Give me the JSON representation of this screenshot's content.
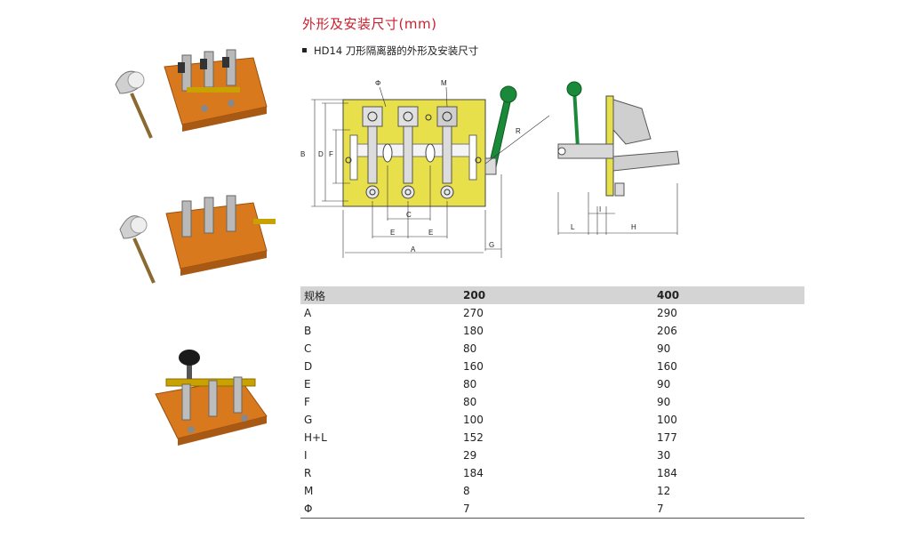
{
  "heading": "外形及安装尺寸(mm)",
  "subheading": "HD14 刀形隔离器的外形及安装尺寸",
  "drawing_labels": {
    "phi": "Φ",
    "m": "M",
    "r": "R",
    "a": "A",
    "b": "B",
    "c": "C",
    "d": "D",
    "e1": "E",
    "e2": "E",
    "f": "F",
    "g": "G",
    "l": "L",
    "i": "I",
    "h": "H"
  },
  "table": {
    "headers": [
      "规格",
      "200",
      "400"
    ],
    "rows": [
      [
        "A",
        "270",
        "290"
      ],
      [
        "B",
        "180",
        "206"
      ],
      [
        "C",
        "80",
        "90"
      ],
      [
        "D",
        "160",
        "160"
      ],
      [
        "E",
        "80",
        "90"
      ],
      [
        "F",
        "80",
        "90"
      ],
      [
        "G",
        "100",
        "100"
      ],
      [
        "H+L",
        "152",
        "177"
      ],
      [
        "I",
        "29",
        "30"
      ],
      [
        "R",
        "184",
        "184"
      ],
      [
        "M",
        "8",
        "12"
      ],
      [
        "Φ",
        "7",
        "7"
      ]
    ]
  },
  "colors": {
    "heading": "#c8202e",
    "base_yellow": "#e8e04a",
    "handle_green": "#1a8a3a",
    "photo_base": "#d8791e"
  }
}
